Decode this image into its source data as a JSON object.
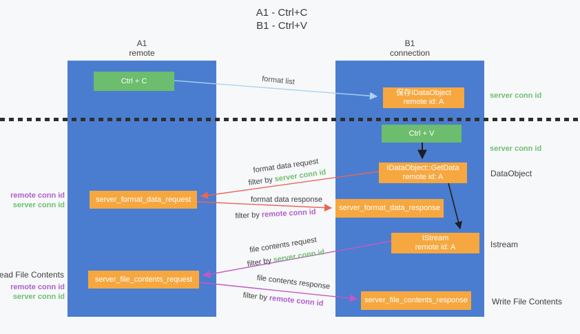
{
  "title": {
    "line1": "A1 - Ctrl+C",
    "line2": "B1 - Ctrl+V"
  },
  "lanes": {
    "left": {
      "id": "A1",
      "name": "remote"
    },
    "right": {
      "id": "B1",
      "name": "connection"
    }
  },
  "nodes": {
    "ctrl_c": {
      "label": "Ctrl + C"
    },
    "save_dataobject": {
      "line1": "保存IDataObject",
      "line2": "remote id: A"
    },
    "ctrl_v": {
      "label": "Ctrl + V"
    },
    "getdata": {
      "line1": "IDataObject::GetData",
      "line2": "remote id: A"
    },
    "format_request": {
      "label": "server_format_data_request"
    },
    "format_response": {
      "label": "server_format_data_response"
    },
    "istream": {
      "line1": "IStream",
      "line2": "remote id: A"
    },
    "file_request": {
      "label": "server_file_contents_request"
    },
    "file_response": {
      "label": "server_file_contents_response"
    }
  },
  "flow_labels": {
    "format_list": "format list",
    "format_data_request": "format data request",
    "format_data_response": "format data response",
    "file_contents_request": "file contents request",
    "file_contents_response": "file contents response",
    "filter_by": "filter by",
    "server_conn_id": "server conn id",
    "remote_conn_id": "remote conn id"
  },
  "side_labels": {
    "right_server_conn_id_top": "server conn id",
    "right_server_conn_id_mid": "server conn id",
    "dataobject": "DataObject",
    "istream": "Istream",
    "write_file_contents": "Write File Contents",
    "left_remote_conn_id_top": "remote conn id",
    "left_server_conn_id_top": "server conn id",
    "read_file_contents": "Read File Contents",
    "left_remote_conn_id_bottom": "remote conn id",
    "left_server_conn_id_bottom": "server conn id"
  },
  "colors": {
    "lane_blue": "#4a7dd0",
    "node_green": "#6cbd6d",
    "node_orange": "#f6a73f",
    "accent_green": "#6fbf72",
    "accent_purple": "#b05ecc",
    "arrow_red": "#ea6557",
    "arrow_magenta": "#c159c5",
    "arrow_light_blue": "#a9d3ee",
    "arrow_black": "#1f1f1f",
    "text_dark": "#3d3d3d"
  }
}
